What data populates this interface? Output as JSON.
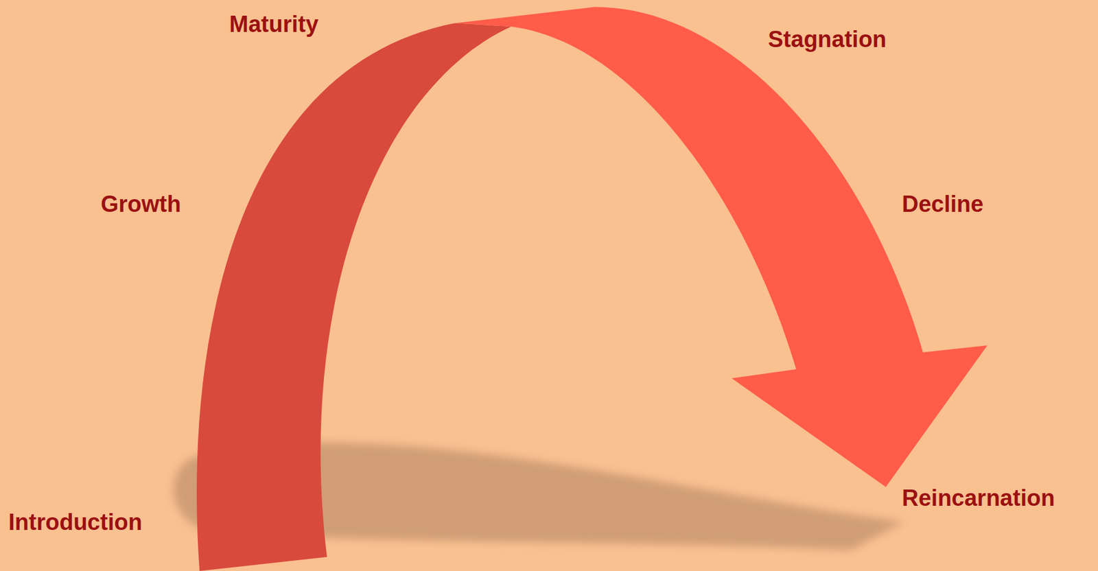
{
  "diagram": {
    "labels": [
      "Maturity",
      "Stagnation",
      "Growth",
      "Decline",
      "Introduction",
      "Reincarnation"
    ]
  }
}
